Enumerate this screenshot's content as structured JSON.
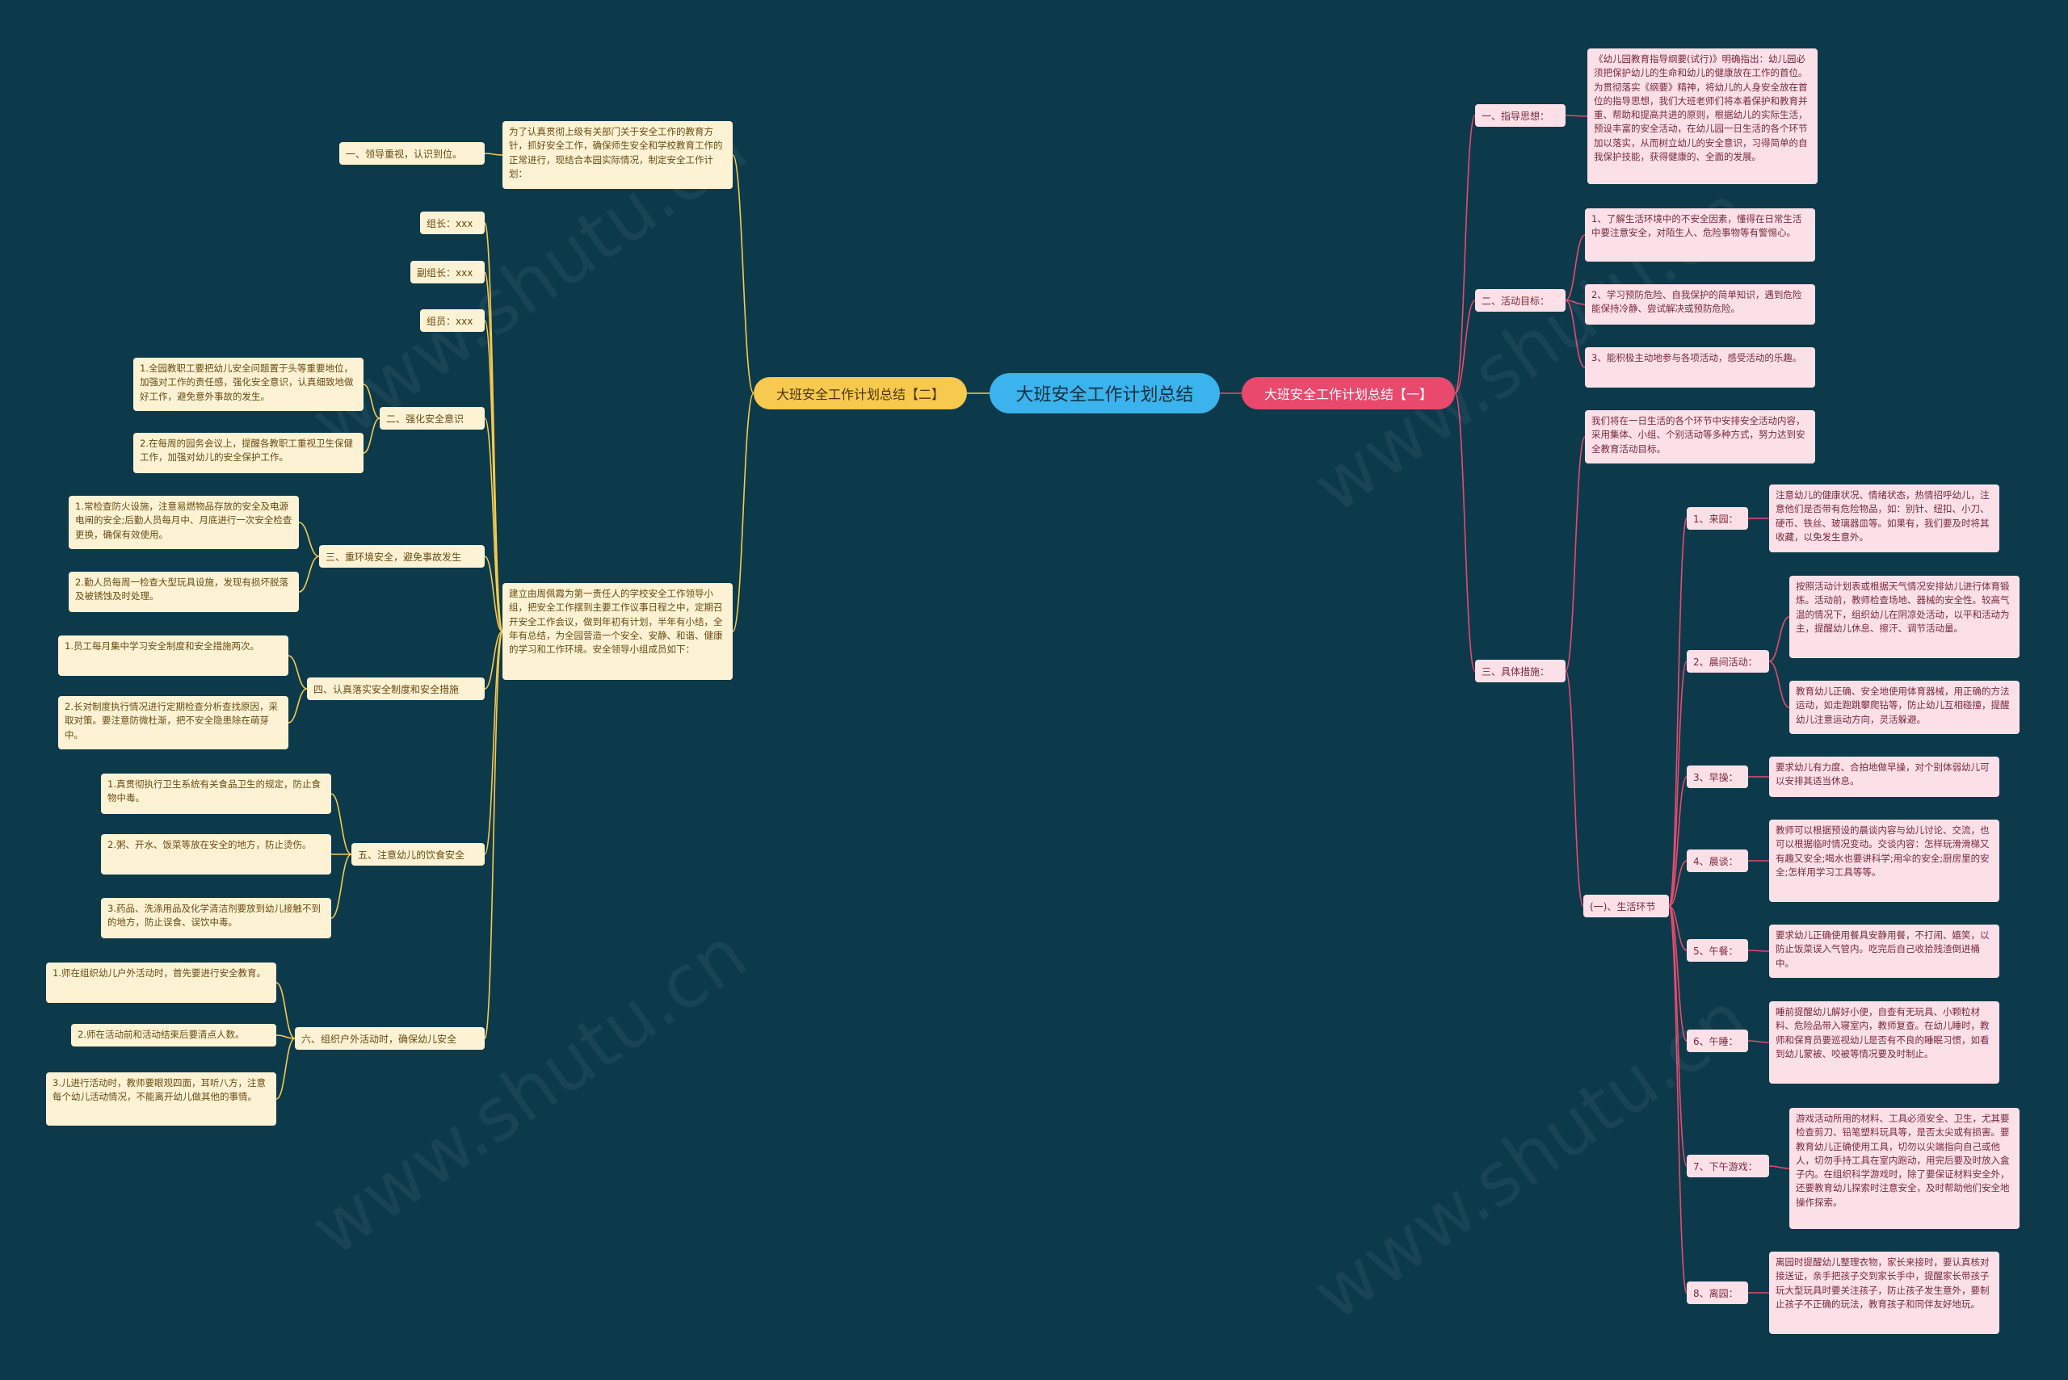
{
  "root": "大班安全工作计划总结",
  "left": {
    "title": "大班安全工作计划总结【二】",
    "intro": "为了认真贯彻上级有关部门关于安全工作的教育方针，抓好安全工作，确保师生安全和学校教育工作的正常进行，现结合本园实际情况，制定安全工作计划：",
    "item1": "一、领导重视，认识到位。",
    "group_text": "建立由周佩霞为第一责任人的学校安全工作领导小组，把安全工作摆到主要工作议事日程之中，定期召开安全工作会议，做到年初有计划，半年有小结，全年有总结，为全园营造一个安全、安静、和谐、健康的学习和工作环境。安全领导小组成员如下：",
    "leader": "组长：xxx",
    "vice": "副组长：xxx",
    "member": "组员：xxx",
    "s2": "二、强化安全意识",
    "s2a": "1.全园教职工要把幼儿安全问题置于头等重要地位，加强对工作的责任感，强化安全意识，认真细致地做好工作，避免意外事故的发生。",
    "s2b": "2.在每周的园务会议上，提醒各教职工重视卫生保健工作，加强对幼儿的安全保护工作。",
    "s3": "三、重环境安全，避免事故发生",
    "s3a": "1.常检查防火设施，注意易燃物品存放的安全及电源电闸的安全;后勤人员每月中、月底进行一次安全检查更换，确保有效使用。",
    "s3b": "2.勤人员每周一检查大型玩具设施，发现有损坏脱落及被锈蚀及时处理。",
    "s4": "四、认真落实安全制度和安全措施",
    "s4a": "1.员工每月集中学习安全制度和安全措施两次。",
    "s4b": "2.长对制度执行情况进行定期检查分析查找原因，采取对策。要注意防微杜渐，把不安全隐患除在萌芽中。",
    "s5": "五、注意幼儿的饮食安全",
    "s5a": "1.真贯彻执行卫生系统有关食品卫生的规定，防止食物中毒。",
    "s5b": "2.粥、开水、饭菜等放在安全的地方，防止烫伤。",
    "s5c": "3.药品、洗涤用品及化学清洁剂要放到幼儿接触不到的地方，防止误食、误饮中毒。",
    "s6": "六、组织户外活动时，确保幼儿安全",
    "s6a": "1.师在组织幼儿户外活动时，首先要进行安全教育。",
    "s6b": "2.师在活动前和活动结束后要清点人数。",
    "s6c": "3.儿进行活动时，教师要眼观四面，耳听八方，注意每个幼儿活动情况，不能离开幼儿做其他的事情。"
  },
  "right": {
    "title": "大班安全工作计划总结【一】",
    "g1": "一、指导思想：",
    "g1a": "《幼儿园教育指导纲要(试行)》明确指出：幼儿园必须把保护幼儿的生命和幼儿的健康放在工作的首位。为贯彻落实《纲要》精神，将幼儿的人身安全放在首位的指导思想，我们大班老师们将本着保护和教育并重、帮助和提高共进的原则，根据幼儿的实际生活，预设丰富的安全活动，在幼儿园一日生活的各个环节加以落实，从而树立幼儿的安全意识，习得简单的自我保护技能，获得健康的、全面的发展。",
    "g2": "二、活动目标：",
    "g2a": "1、了解生活环境中的不安全因素，懂得在日常生活中要注意安全，对陌生人、危险事物等有警惕心。",
    "g2b": "2、学习预防危险、自我保护的简单知识，遇到危险能保持冷静、尝试解决或预防危险。",
    "g2c": "3、能积极主动地参与各项活动，感受活动的乐趣。",
    "g3": "三、具体措施：",
    "g3a": "我们将在一日生活的各个环节中安排安全活动内容，采用集体、小组、个别活动等多种方式，努力达到安全教育活动目标。",
    "life": "(一)、生活环节",
    "l1": "1、来园：",
    "l1a": "注意幼儿的健康状况、情绪状态，热情招呼幼儿，注意他们是否带有危险物品，如：别针、纽扣、小刀、硬币、铁丝、玻璃器皿等。如果有，我们要及时将其收藏，以免发生意外。",
    "l2": "2、晨间活动：",
    "l2a": "按照活动计划表或根据天气情况安排幼儿进行体育锻炼。活动前，教师检查场地、器械的安全性。较高气温的情况下，组织幼儿在阴凉处活动，以平和活动为主，提醒幼儿休息、擦汗、调节活动量。",
    "l2b": "教育幼儿正确、安全地使用体育器械，用正确的方法运动，如走跑跳攀爬钻等，防止幼儿互相碰撞，提醒幼儿注意运动方向，灵活躲避。",
    "l3": "3、早操：",
    "l3a": "要求幼儿有力度、合拍地做早操，对个别体弱幼儿可以安排其适当休息。",
    "l4": "4、晨谈：",
    "l4a": "教师可以根据预设的晨谈内容与幼儿讨论、交流，也可以根据临时情况变动。交谈内容：怎样玩滑滑梯又有趣又安全;喝水也要讲科学;用伞的安全;厨房里的安全;怎样用学习工具等等。",
    "l5": "5、午餐：",
    "l5a": "要求幼儿正确使用餐具安静用餐，不打闹、嬉笑，以防止饭菜误入气管内。吃完后自己收拾残渣倒进桶中。",
    "l6": "6、午睡：",
    "l6a": "睡前提醒幼儿解好小便，自查有无玩具、小颗粒材料、危险品带入寝室内，教师复查。在幼儿睡时，教师和保育员要巡视幼儿是否有不良的睡眠习惯，如看到幼儿蒙被、咬被等情况要及时制止。",
    "l7": "7、下午游戏：",
    "l7a": "游戏活动所用的材料、工具必须安全、卫生，尤其要检查剪刀、铅笔塑料玩具等，是否太尖或有损害。要教育幼儿正确使用工具，切勿以尖端指向自己或他人，切勿手持工具在室内跑动，用完后要及时放入盒子内。在组织科学游戏时，除了要保证材料安全外，还要教育幼儿探索时注意安全，及时帮助他们安全地操作探索。",
    "l8": "8、离园：",
    "l8a": "离园时提醒幼儿整理衣物，家长来接时，要认真核对接送证，亲手把孩子交到家长手中，提醒家长带孩子玩大型玩具时要关注孩子，防止孩子发生意外，要制止孩子不正确的玩法，教育孩子和同伴友好地玩。"
  },
  "colors": {
    "background": "#0c3a4b",
    "left_branch": "#f7c94e",
    "right_branch": "#e9496d",
    "root": "#3bb3ec"
  }
}
